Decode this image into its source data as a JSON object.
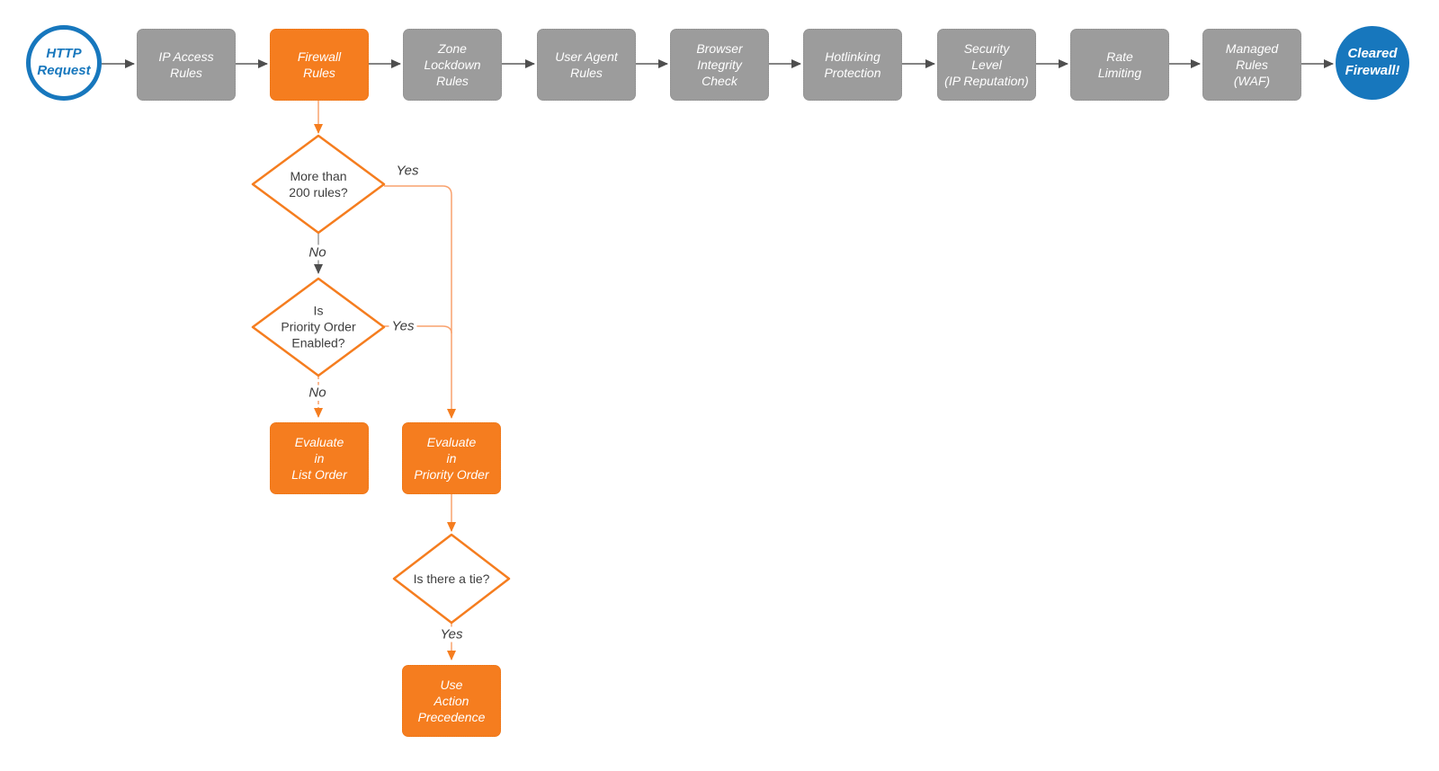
{
  "colors": {
    "node_orange": "#F57D1F",
    "node_gray": "#9C9C9C",
    "node_blue": "#1777BD",
    "connector_dark": "#5B5B5B",
    "connector_orange_line": "#F9A26E",
    "connector_orange_head": "#F57D1F",
    "edge_label_text": "#3A3A3A",
    "background": "#FFFFFF"
  },
  "pipeline": {
    "start_label": "HTTP\nRequest",
    "end_label": "Cleared\nFirewall!",
    "steps": [
      {
        "label": "IP Access\nRules"
      },
      {
        "label": "Firewall\nRules"
      },
      {
        "label": "Zone\nLockdown\nRules"
      },
      {
        "label": "User Agent\nRules"
      },
      {
        "label": "Browser\nIntegrity\nCheck"
      },
      {
        "label": "Hotlinking\nProtection"
      },
      {
        "label": "Security\nLevel\n(IP Reputation)"
      },
      {
        "label": "Rate\nLimiting"
      },
      {
        "label": "Managed\nRules\n(WAF)"
      }
    ]
  },
  "branch": {
    "decision_rules": "More than\n200 rules?",
    "decision_priority": "Is\nPriority Order\nEnabled?",
    "decision_tie": "Is there a tie?",
    "evaluate_list": "Evaluate\nin\nList Order",
    "evaluate_priority": "Evaluate\nin\nPriority Order",
    "use_action_precedence": "Use\nAction\nPrecedence",
    "labels": {
      "yes_more_rules": "Yes",
      "no_more_rules": "No",
      "yes_priority": "Yes",
      "no_priority": "No",
      "yes_tie": "Yes"
    }
  }
}
